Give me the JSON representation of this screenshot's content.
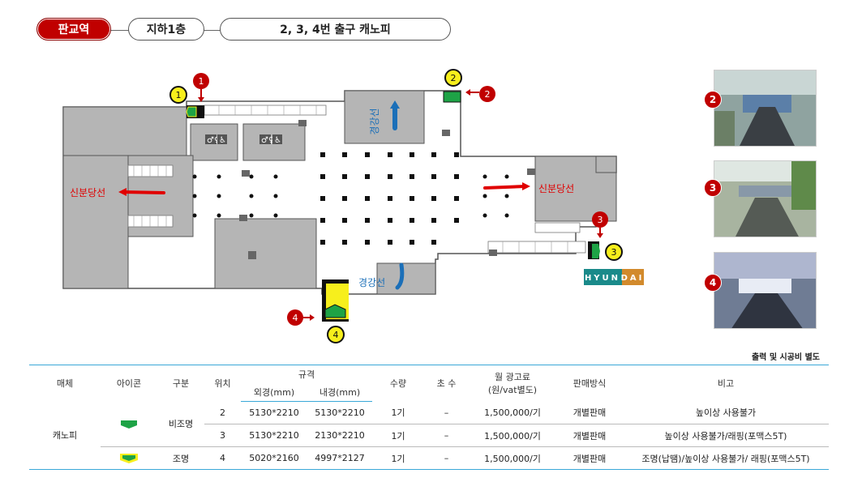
{
  "breadcrumb": {
    "station": "판교역",
    "floor": "지하1층",
    "location": "2, 3, 4번 출구 캐노피"
  },
  "colors": {
    "accent_red": "#c00000",
    "line_blue": "#1b6fb8",
    "canopy_green": "#1ea346",
    "marker_yellow": "#f7ef1c",
    "table_rule": "#3aa8d8"
  },
  "map": {
    "labels": {
      "gyeonggang_top": "경강선",
      "gyeonggang_bottom": "경강선",
      "sinbundang_left": "신분당선",
      "sinbundang_right": "신분당선",
      "brand": "HYUNDAI",
      "brand_a": "HYUN",
      "brand_b": "DAI"
    },
    "red_markers": [
      "1",
      "2",
      "3",
      "4"
    ],
    "yellow_markers": [
      "1",
      "2",
      "3",
      "4"
    ]
  },
  "photos": [
    {
      "badge": "2",
      "icon": "escalator-photo"
    },
    {
      "badge": "3",
      "icon": "escalator-photo"
    },
    {
      "badge": "4",
      "icon": "escalator-photo"
    }
  ],
  "note": "출력 및 시공비 별도",
  "table": {
    "headers": {
      "media": "매체",
      "icon": "아이콘",
      "type": "구분",
      "position": "위치",
      "spec": "규격",
      "outer": "외경(mm)",
      "inner": "내경(mm)",
      "qty": "수량",
      "frequency": "초 수",
      "fee": "월 광고료\n(원/vat별도)",
      "fee_line1": "월 광고료",
      "fee_line2": "(원/vat별도)",
      "sales": "판매방식",
      "remarks": "비고"
    },
    "media_name": "캐노피",
    "group_unlit": "비조명",
    "group_lit": "조명",
    "rows": [
      {
        "position": "2",
        "outer": "5130*2210",
        "inner": "5130*2210",
        "qty": "1기",
        "frequency": "–",
        "fee": "1,500,000/기",
        "sales": "개별판매",
        "remarks": "높이상 사용불가"
      },
      {
        "position": "3",
        "outer": "5130*2210",
        "inner": "2130*2210",
        "qty": "1기",
        "frequency": "–",
        "fee": "1,500,000/기",
        "sales": "개별판매",
        "remarks": "높이상 사용불가/래핑(포맥스5T)"
      },
      {
        "position": "4",
        "outer": "5020*2160",
        "inner": "4997*2127",
        "qty": "1기",
        "frequency": "–",
        "fee": "1,500,000/기",
        "sales": "개별판매",
        "remarks": "조명(납땜)/높이상 사용불가/ 래핑(포맥스5T)"
      }
    ]
  }
}
